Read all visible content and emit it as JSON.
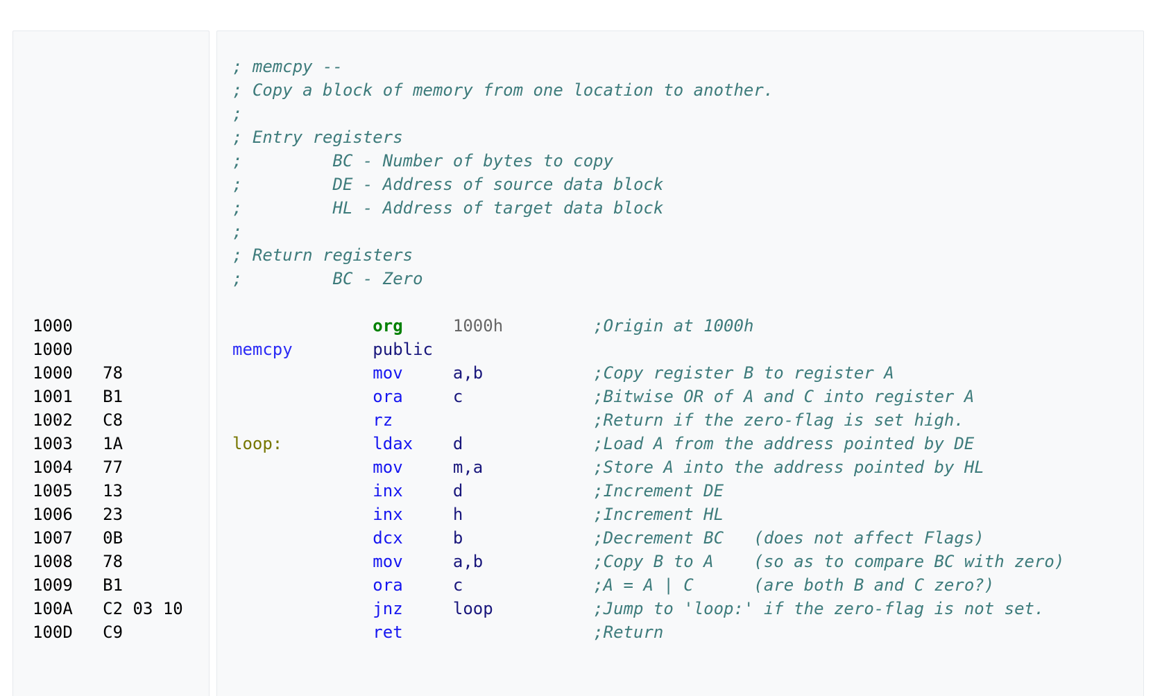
{
  "colors": {
    "page_bg": "#ffffff",
    "panel_bg": "#f8f9fa",
    "panel_border": "#e6e9ed",
    "plain_text": "#000000",
    "tokens": {
      "plain": {
        "color": "#000000",
        "italic": false,
        "bold": false
      },
      "comment": {
        "color": "#3D7B7B",
        "italic": true,
        "bold": false
      },
      "keyword": {
        "color": "#008000",
        "italic": false,
        "bold": true
      },
      "mnemonic": {
        "color": "#1616F0",
        "italic": false,
        "bold": false
      },
      "name": {
        "color": "#2B2BF5",
        "italic": false,
        "bold": false
      },
      "operand": {
        "color": "#19177C",
        "italic": false,
        "bold": false
      },
      "label": {
        "color": "#767600",
        "italic": false,
        "bold": false
      },
      "number": {
        "color": "#666666",
        "italic": false,
        "bold": false
      }
    }
  },
  "panels": {
    "machine_code": {
      "name": "machine-code-listing",
      "lines": [
        "",
        "",
        "",
        "",
        "",
        "",
        "",
        "",
        "",
        "",
        "",
        "1000",
        "1000",
        "1000   78",
        "1001   B1",
        "1002   C8",
        "1003   1A",
        "1004   77",
        "1005   13",
        "1006   23",
        "1007   0B",
        "1008   78",
        "1009   B1",
        "100A   C2 03 10",
        "100D   C9"
      ]
    },
    "source": {
      "name": "assembly-source-listing",
      "lines": [
        [
          [
            "; memcpy --",
            "comment"
          ]
        ],
        [
          [
            "; Copy a block of memory from one location to another.",
            "comment"
          ]
        ],
        [
          [
            ";",
            "comment"
          ]
        ],
        [
          [
            "; Entry registers",
            "comment"
          ]
        ],
        [
          [
            ";         BC - Number of bytes to copy",
            "comment"
          ]
        ],
        [
          [
            ";         DE - Address of source data block",
            "comment"
          ]
        ],
        [
          [
            ";         HL - Address of target data block",
            "comment"
          ]
        ],
        [
          [
            ";",
            "comment"
          ]
        ],
        [
          [
            "; Return registers",
            "comment"
          ]
        ],
        [
          [
            ";         BC - Zero",
            "comment"
          ]
        ],
        [],
        [
          [
            "              ",
            "plain"
          ],
          [
            "org",
            "keyword"
          ],
          [
            "     ",
            "plain"
          ],
          [
            "1000h",
            "number"
          ],
          [
            "         ",
            "plain"
          ],
          [
            ";Origin at 1000h",
            "comment"
          ]
        ],
        [
          [
            "memcpy",
            "name"
          ],
          [
            "        ",
            "plain"
          ],
          [
            "public",
            "operand"
          ]
        ],
        [
          [
            "              ",
            "plain"
          ],
          [
            "mov",
            "mnemonic"
          ],
          [
            "     ",
            "plain"
          ],
          [
            "a,b",
            "operand"
          ],
          [
            "           ",
            "plain"
          ],
          [
            ";Copy register B to register A",
            "comment"
          ]
        ],
        [
          [
            "              ",
            "plain"
          ],
          [
            "ora",
            "mnemonic"
          ],
          [
            "     ",
            "plain"
          ],
          [
            "c",
            "operand"
          ],
          [
            "             ",
            "plain"
          ],
          [
            ";Bitwise OR of A and C into register A",
            "comment"
          ]
        ],
        [
          [
            "              ",
            "plain"
          ],
          [
            "rz",
            "mnemonic"
          ],
          [
            "                    ",
            "plain"
          ],
          [
            ";Return if the zero-flag is set high.",
            "comment"
          ]
        ],
        [
          [
            "loop:",
            "label"
          ],
          [
            "         ",
            "plain"
          ],
          [
            "ldax",
            "mnemonic"
          ],
          [
            "    ",
            "plain"
          ],
          [
            "d",
            "operand"
          ],
          [
            "             ",
            "plain"
          ],
          [
            ";Load A from the address pointed by DE",
            "comment"
          ]
        ],
        [
          [
            "              ",
            "plain"
          ],
          [
            "mov",
            "mnemonic"
          ],
          [
            "     ",
            "plain"
          ],
          [
            "m,a",
            "operand"
          ],
          [
            "           ",
            "plain"
          ],
          [
            ";Store A into the address pointed by HL",
            "comment"
          ]
        ],
        [
          [
            "              ",
            "plain"
          ],
          [
            "inx",
            "mnemonic"
          ],
          [
            "     ",
            "plain"
          ],
          [
            "d",
            "operand"
          ],
          [
            "             ",
            "plain"
          ],
          [
            ";Increment DE",
            "comment"
          ]
        ],
        [
          [
            "              ",
            "plain"
          ],
          [
            "inx",
            "mnemonic"
          ],
          [
            "     ",
            "plain"
          ],
          [
            "h",
            "operand"
          ],
          [
            "             ",
            "plain"
          ],
          [
            ";Increment HL",
            "comment"
          ]
        ],
        [
          [
            "              ",
            "plain"
          ],
          [
            "dcx",
            "mnemonic"
          ],
          [
            "     ",
            "plain"
          ],
          [
            "b",
            "operand"
          ],
          [
            "             ",
            "plain"
          ],
          [
            ";Decrement BC   (does not affect Flags)",
            "comment"
          ]
        ],
        [
          [
            "              ",
            "plain"
          ],
          [
            "mov",
            "mnemonic"
          ],
          [
            "     ",
            "plain"
          ],
          [
            "a,b",
            "operand"
          ],
          [
            "           ",
            "plain"
          ],
          [
            ";Copy B to A    (so as to compare BC with zero)",
            "comment"
          ]
        ],
        [
          [
            "              ",
            "plain"
          ],
          [
            "ora",
            "mnemonic"
          ],
          [
            "     ",
            "plain"
          ],
          [
            "c",
            "operand"
          ],
          [
            "             ",
            "plain"
          ],
          [
            ";A = A | C      (are both B and C zero?)",
            "comment"
          ]
        ],
        [
          [
            "              ",
            "plain"
          ],
          [
            "jnz",
            "mnemonic"
          ],
          [
            "     ",
            "plain"
          ],
          [
            "loop",
            "operand"
          ],
          [
            "          ",
            "plain"
          ],
          [
            ";Jump to 'loop:' if the zero-flag is not set.",
            "comment"
          ]
        ],
        [
          [
            "              ",
            "plain"
          ],
          [
            "ret",
            "mnemonic"
          ],
          [
            "                   ",
            "plain"
          ],
          [
            ";Return",
            "comment"
          ]
        ]
      ]
    }
  }
}
